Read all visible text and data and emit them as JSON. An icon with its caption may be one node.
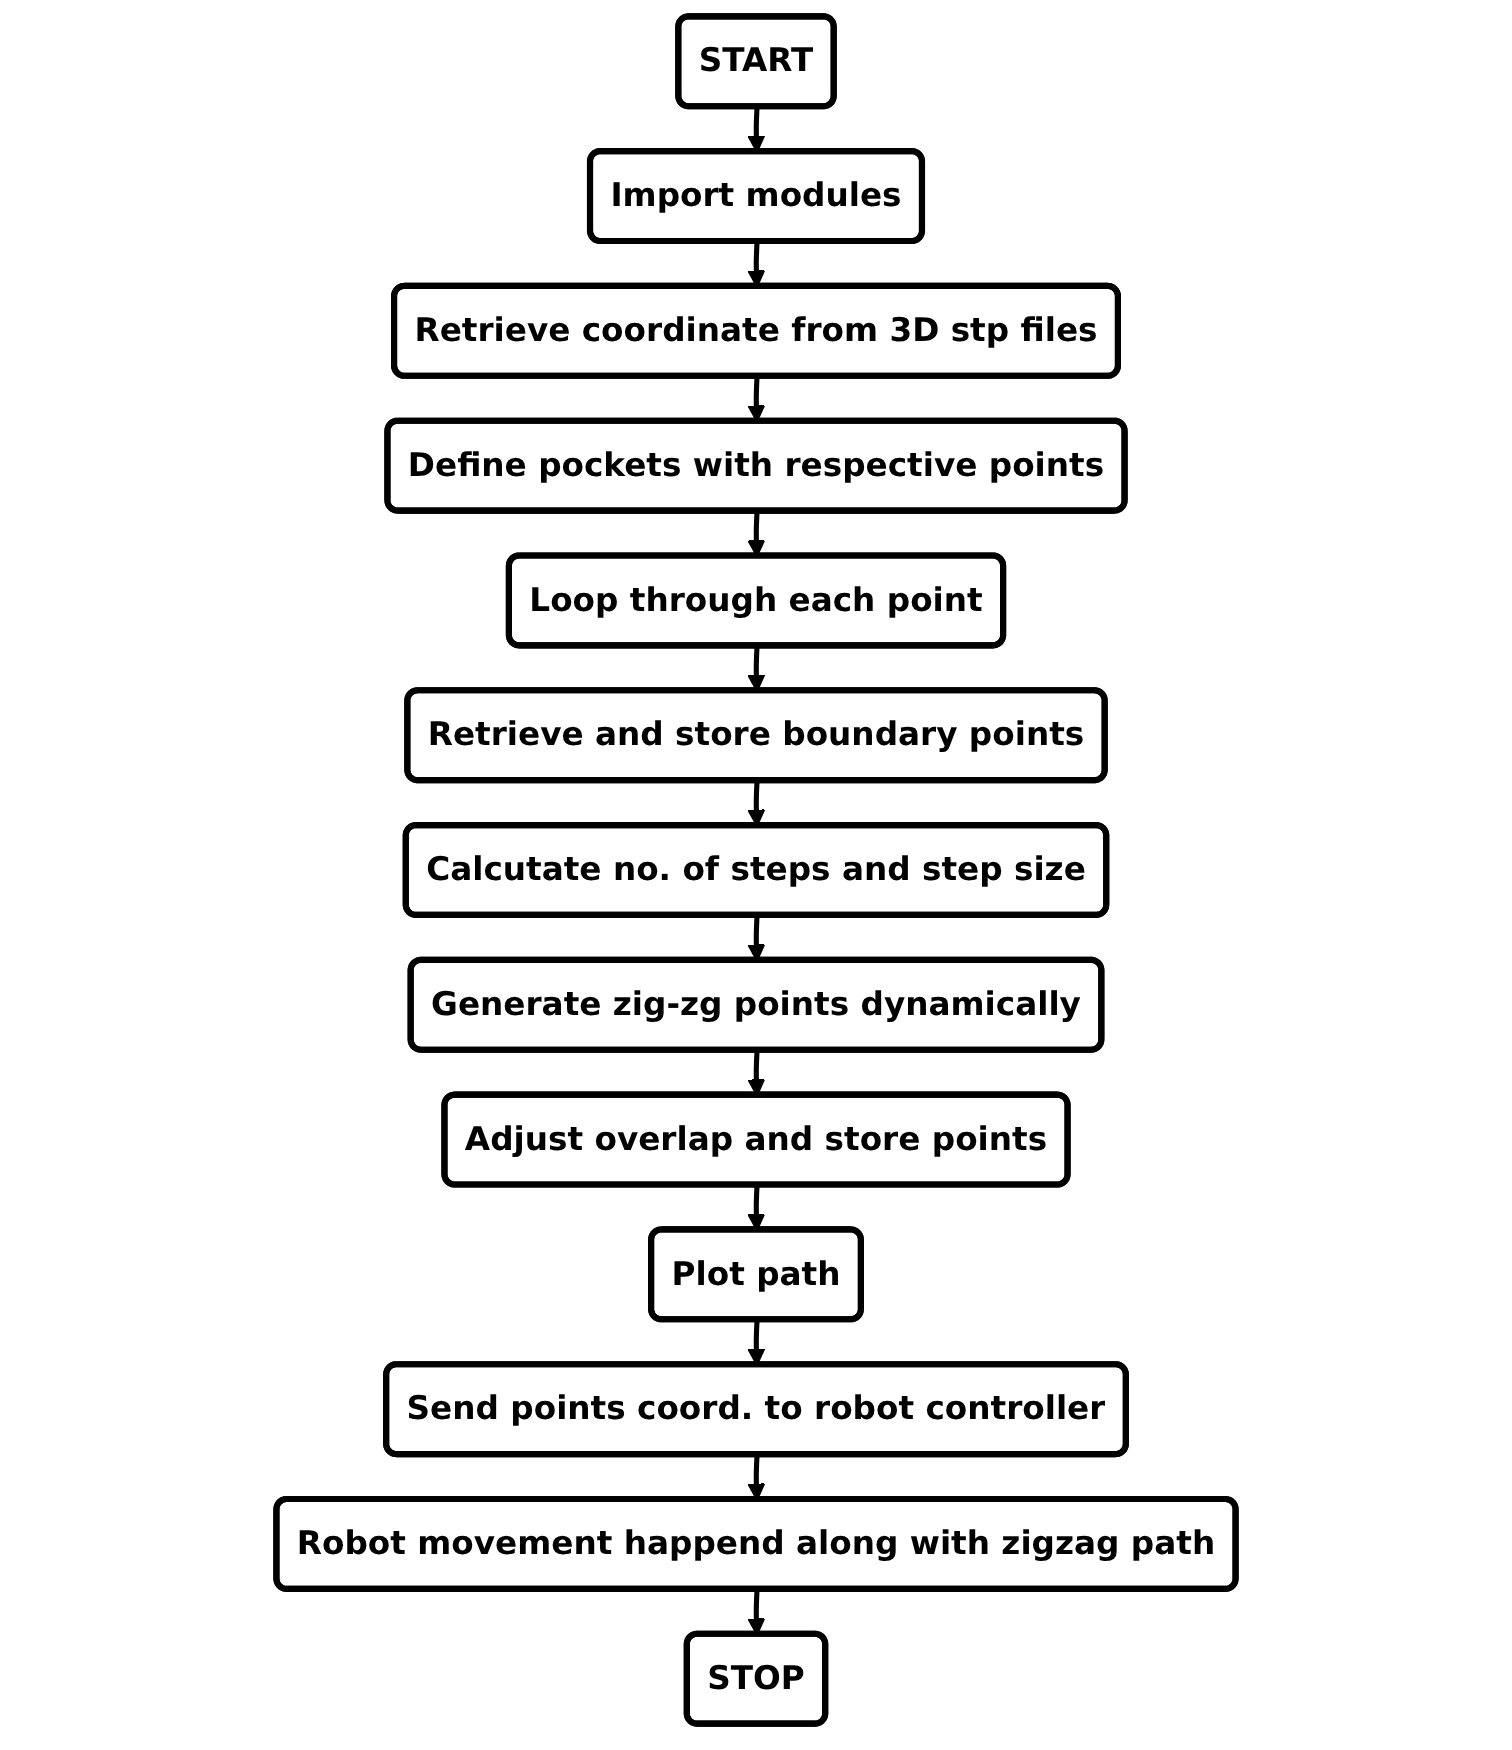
{
  "diagram": {
    "nodes": [
      {
        "text": [
          "START"
        ]
      },
      {
        "text": [
          "Import modules"
        ]
      },
      {
        "text": [
          "Retrieve coordinate from 3D stp files"
        ]
      },
      {
        "text": [
          "Define pockets with respective points"
        ]
      },
      {
        "text": [
          "Loop through each point"
        ]
      },
      {
        "text": [
          "Retrieve and store boundary points"
        ]
      },
      {
        "text": [
          "Calcutate no. of steps and step size"
        ]
      },
      {
        "text": [
          "Generate zig-zg points dynamically"
        ]
      },
      {
        "text": [
          "Adjust overlap and store points"
        ]
      },
      {
        "text": [
          "Plot path"
        ]
      },
      {
        "text": [
          "Send points coord. to robot controller"
        ]
      },
      {
        "text": [
          "Robot movement happend along with zigzag path"
        ]
      },
      {
        "text": [
          "STOP"
        ]
      }
    ],
    "edges": [
      {
        "from": 0,
        "to": 1,
        "arrow": "to"
      },
      {
        "from": 1,
        "to": 2,
        "arrow": "to"
      },
      {
        "from": 2,
        "to": 3,
        "arrow": "to"
      },
      {
        "from": 3,
        "to": 4,
        "arrow": "to"
      },
      {
        "from": 4,
        "to": 5,
        "arrow": "to"
      },
      {
        "from": 5,
        "to": 6,
        "arrow": "to"
      },
      {
        "from": 6,
        "to": 7,
        "arrow": "to"
      },
      {
        "from": 7,
        "to": 8,
        "arrow": "to"
      },
      {
        "from": 8,
        "to": 9,
        "arrow": "to"
      },
      {
        "from": 9,
        "to": 10,
        "arrow": "to"
      },
      {
        "from": 10,
        "to": 11,
        "arrow": "to"
      },
      {
        "from": 11,
        "to": 12,
        "arrow": "to"
      }
    ]
  }
}
